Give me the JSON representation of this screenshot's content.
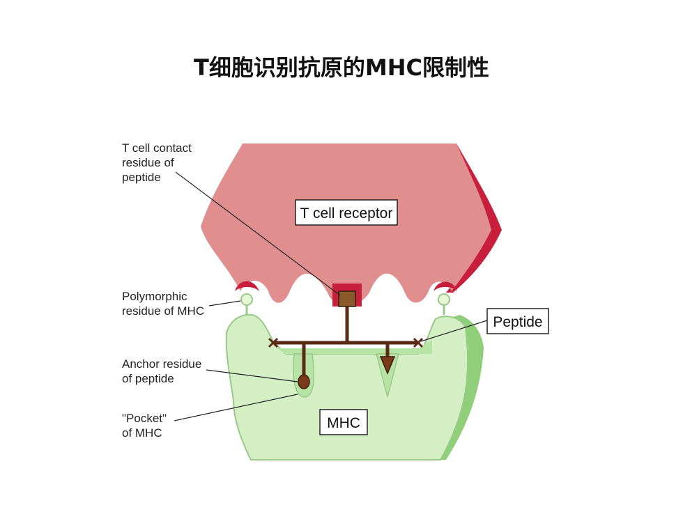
{
  "title": "T细胞识别抗原的MHC限制性",
  "diagram": {
    "tcr_label": "T cell receptor",
    "mhc_label": "MHC",
    "peptide_label": "Peptide",
    "callouts": {
      "contact": [
        "T cell contact",
        "residue of",
        "peptide"
      ],
      "polymorphic": [
        "Polymorphic",
        "residue of MHC"
      ],
      "anchor": [
        "Anchor residue",
        "of peptide"
      ],
      "pocket": [
        "\"Pocket\"",
        "of MHC"
      ]
    }
  },
  "colors": {
    "tcr_fill": "#e18e8e",
    "tcr_edge": "#c8203c",
    "mhc_fill": "#d4efc4",
    "mhc_edge": "#8fcf7a",
    "peptide": "#5a2a14"
  }
}
